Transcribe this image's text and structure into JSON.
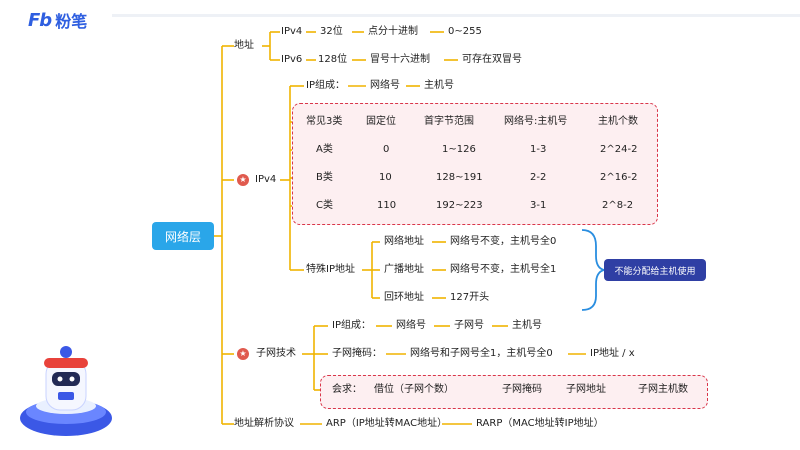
{
  "brand": {
    "mark": "Fb",
    "name": "粉笔"
  },
  "root": "网络层",
  "address": {
    "label": "地址",
    "ipv4_row": [
      "IPv4",
      "32位",
      "点分十进制",
      "0~255"
    ],
    "ipv6_row": [
      "IPv6",
      "128位",
      "冒号十六进制",
      "可存在双冒号"
    ]
  },
  "ipv4": {
    "label": "IPv4",
    "composition": [
      "IP组成：",
      "网络号",
      "主机号"
    ],
    "class_header": [
      "常见3类",
      "固定位",
      "首字节范围",
      "网络号:主机号",
      "主机个数"
    ],
    "class_rows": [
      [
        "A类",
        "0",
        "1~126",
        "1-3",
        "2^24-2"
      ],
      [
        "B类",
        "10",
        "128~191",
        "2-2",
        "2^16-2"
      ],
      [
        "C类",
        "110",
        "192~223",
        "3-1",
        "2^8-2"
      ]
    ],
    "special_label": "特殊IP地址",
    "special_rows": [
      [
        "网络地址",
        "网络号不变，主机号全0"
      ],
      [
        "广播地址",
        "网络号不变，主机号全1"
      ],
      [
        "回环地址",
        "127开头"
      ]
    ],
    "special_note": "不能分配给主机使用"
  },
  "subnet": {
    "label": "子网技术",
    "composition": [
      "IP组成：",
      "网络号",
      "子网号",
      "主机号"
    ],
    "mask": [
      "子网掩码：",
      "网络号和子网号全1，主机号全0",
      "IP地址 / x"
    ],
    "calc": [
      "会求：",
      "借位（子网个数）",
      "子网掩码",
      "子网地址",
      "子网主机数"
    ]
  },
  "arp": {
    "label": "地址解析协议",
    "items": [
      "ARP（IP地址转MAC地址）",
      "RARP（MAC地址转IP地址）"
    ]
  }
}
